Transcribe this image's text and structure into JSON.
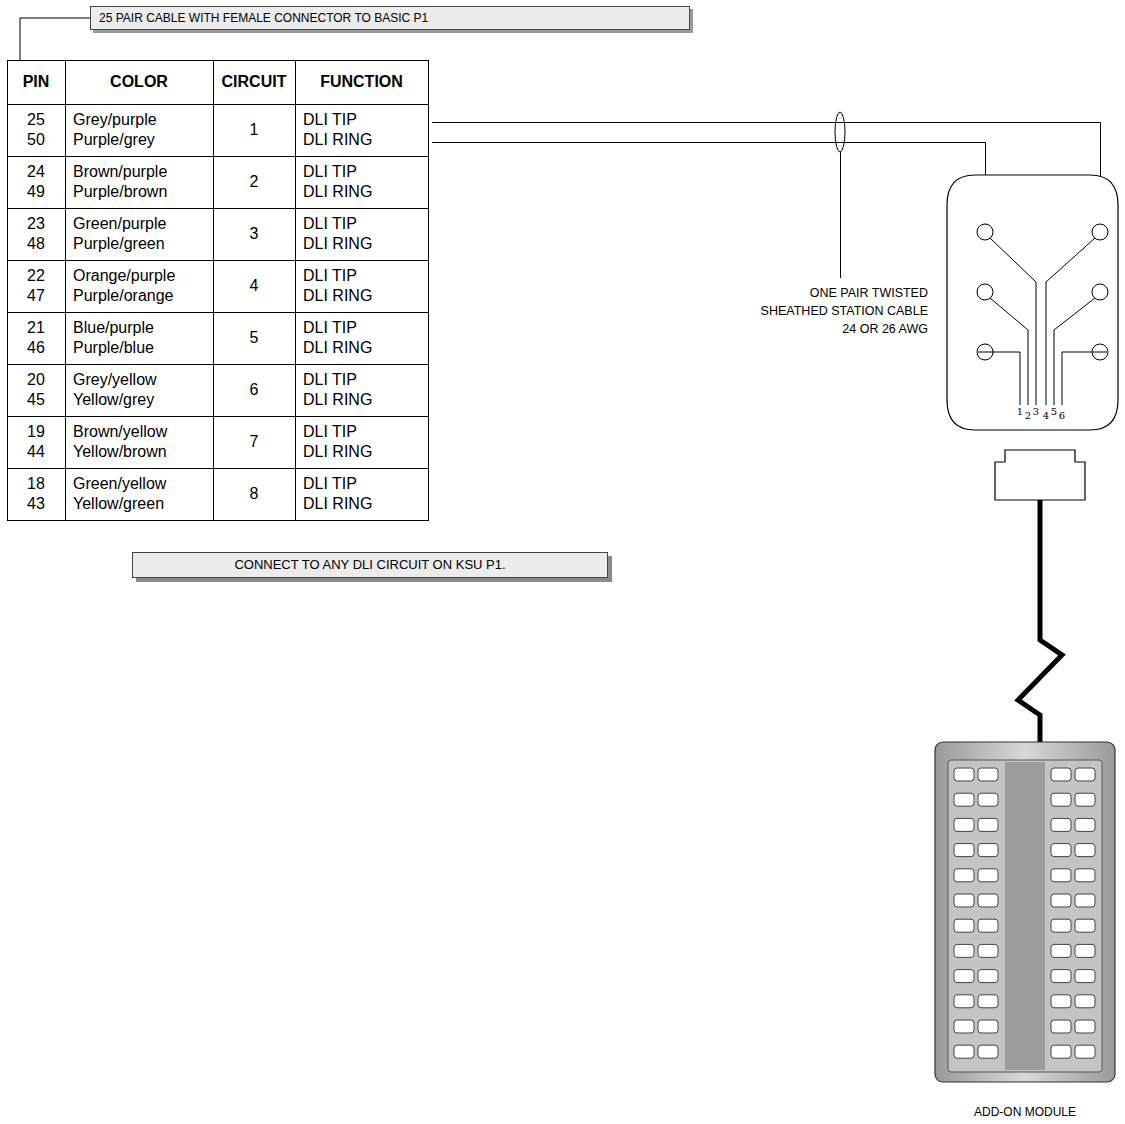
{
  "diagram": {
    "nodes": [
      {
        "text": [
          "25 PAIR CABLE WITH FEMALE CONNECTOR TO BASIC P1"
        ]
      },
      {
        "text": [
          "CONNECT TO ANY DLI CIRCUIT ON KSU P1."
        ]
      },
      {
        "text": [
          "ADD-ON MODULE"
        ]
      }
    ],
    "labels": [
      "PIN",
      "COLOR",
      "CIRCUIT",
      "FUNCTION",
      "25",
      "50",
      "Grey/purple",
      "Purple/grey",
      "1",
      "DLI TIP",
      "DLI RING",
      "24",
      "49",
      "Brown/purple",
      "Purple/brown",
      "2",
      "DLI TIP",
      "DLI RING",
      "23",
      "48",
      "Green/purple",
      "Purple/green",
      "3",
      "DLI TIP",
      "DLI RING",
      "22",
      "47",
      "Orange/purple",
      "Purple/orange",
      "4",
      "DLI TIP",
      "DLI RING",
      "21",
      "46",
      "Blue/purple",
      "Purple/blue",
      "5",
      "DLI TIP",
      "DLI RING",
      "20",
      "45",
      "Grey/yellow",
      "Yellow/grey",
      "6",
      "DLI TIP",
      "DLI RING",
      "19",
      "44",
      "Brown/yellow",
      "Yellow/brown",
      "7",
      "DLI TIP",
      "DLI RING",
      "18",
      "43",
      "Green/yellow",
      "Yellow/green",
      "8",
      "DLI TIP",
      "DLI RING",
      "ONE PAIR TWISTED SHEATHED STATION CABLE 24 OR 26 AWG",
      "1",
      "2",
      "3",
      "4",
      "5",
      "6"
    ]
  }
}
